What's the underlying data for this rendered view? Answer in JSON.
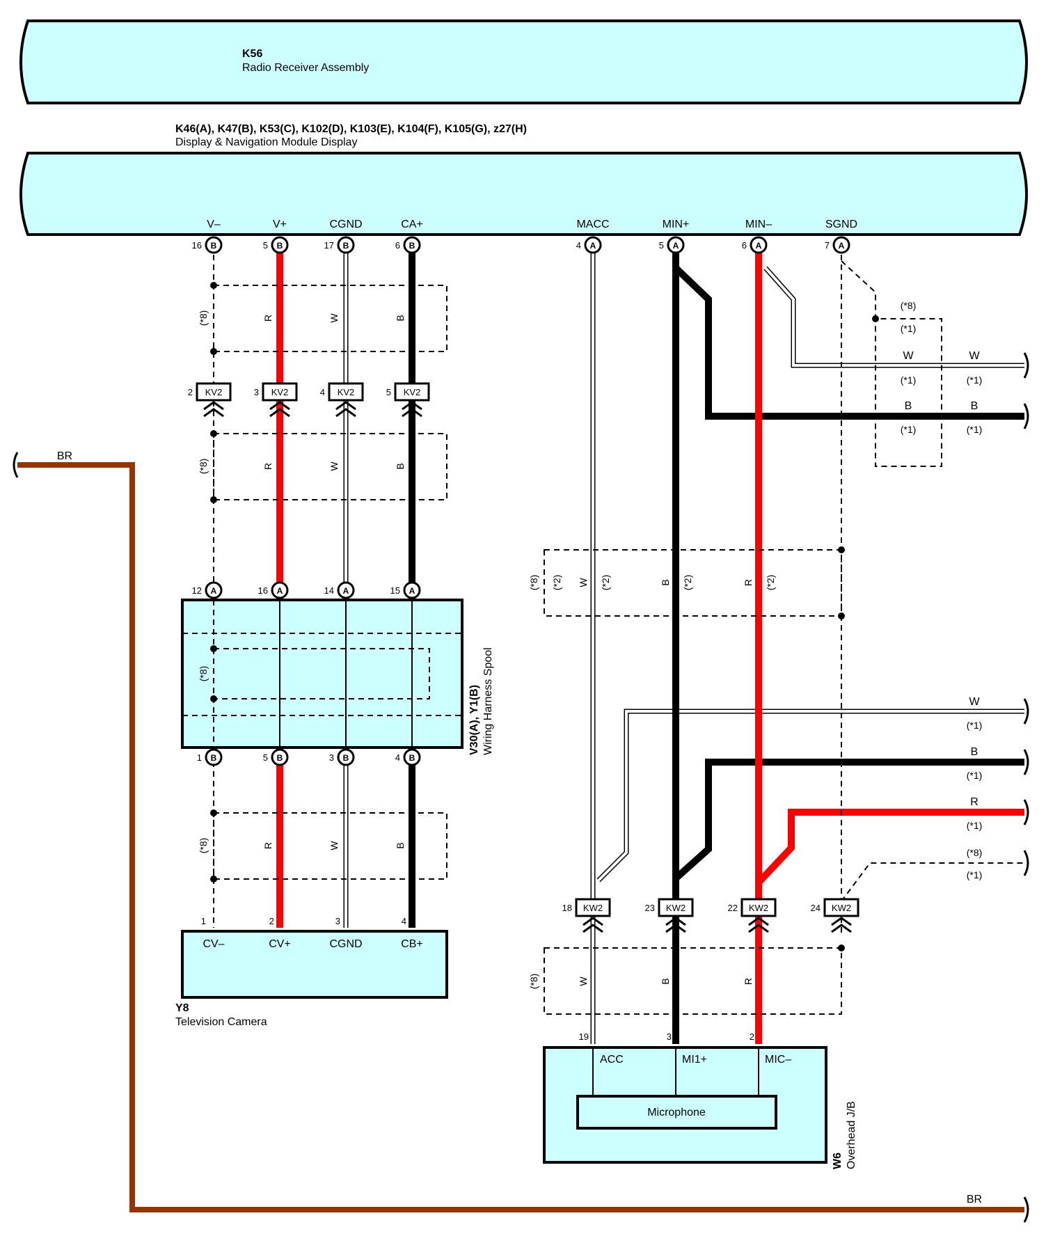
{
  "components": {
    "radio": {
      "code": "K56",
      "name": "Radio Receiver Assembly"
    },
    "display": {
      "code": "K46(A), K47(B), K53(C), K102(D), K103(E), K104(F), K105(G), z27(H)",
      "name": "Display & Navigation Module Display"
    },
    "spool": {
      "code": "V30(A), Y1(B)",
      "name": "Wiring Harness Spool"
    },
    "camera": {
      "code": "Y8",
      "name": "Television Camera"
    },
    "overhead": {
      "code": "W6",
      "name": "Overhead J/B",
      "inner": "Microphone"
    }
  },
  "display_pins": [
    {
      "name": "V–",
      "num": "16",
      "conn": "B"
    },
    {
      "name": "V+",
      "num": "5",
      "conn": "B"
    },
    {
      "name": "CGND",
      "num": "17",
      "conn": "B"
    },
    {
      "name": "CA+",
      "num": "6",
      "conn": "B"
    },
    {
      "name": "MACC",
      "num": "4",
      "conn": "A"
    },
    {
      "name": "MIN+",
      "num": "5",
      "conn": "A"
    },
    {
      "name": "MIN–",
      "num": "6",
      "conn": "A"
    },
    {
      "name": "SGND",
      "num": "7",
      "conn": "A"
    }
  ],
  "kv2": [
    {
      "num": "2",
      "label": "KV2"
    },
    {
      "num": "3",
      "label": "KV2"
    },
    {
      "num": "4",
      "label": "KV2"
    },
    {
      "num": "5",
      "label": "KV2"
    }
  ],
  "kw2": [
    {
      "num": "18",
      "label": "KW2"
    },
    {
      "num": "23",
      "label": "KW2"
    },
    {
      "num": "22",
      "label": "KW2"
    },
    {
      "num": "24",
      "label": "KW2"
    }
  ],
  "spool_top": [
    {
      "num": "12",
      "conn": "A"
    },
    {
      "num": "16",
      "conn": "A"
    },
    {
      "num": "14",
      "conn": "A"
    },
    {
      "num": "15",
      "conn": "A"
    }
  ],
  "spool_bottom": [
    {
      "num": "1",
      "conn": "B"
    },
    {
      "num": "5",
      "conn": "B"
    },
    {
      "num": "3",
      "conn": "B"
    },
    {
      "num": "4",
      "conn": "B"
    }
  ],
  "camera_pins": [
    {
      "num": "1",
      "name": "CV–"
    },
    {
      "num": "2",
      "name": "CV+"
    },
    {
      "num": "3",
      "name": "CGND"
    },
    {
      "num": "4",
      "name": "CB+"
    }
  ],
  "mic_pins": [
    {
      "num": "19",
      "name": "ACC"
    },
    {
      "num": "3",
      "name": "MI1+"
    },
    {
      "num": "2",
      "name": "MIC–"
    }
  ],
  "wire_colors": {
    "R": "R",
    "W": "W",
    "B": "B",
    "BR": "BR"
  },
  "notes": {
    "n8": "(*8)",
    "n1": "(*1)",
    "n2": "(*2)"
  },
  "colors": {
    "panel": "#ccffff",
    "red": "#ff0000",
    "black": "#000000",
    "brown": "#993300",
    "white_wire": "#ffffff"
  }
}
